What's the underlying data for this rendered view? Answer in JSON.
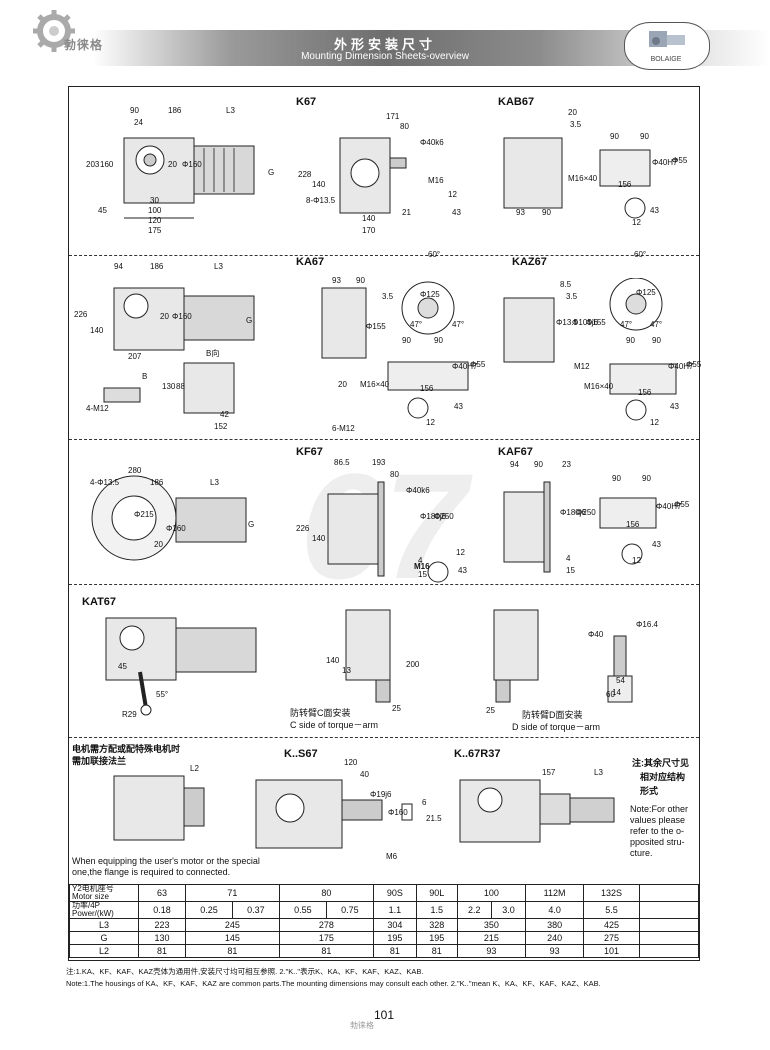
{
  "header": {
    "title_cn": "外形安装尺寸",
    "title_en": "Mounting Dimension Sheets-overview",
    "logo_text": "勃徕格",
    "brand": "BOLAIGE"
  },
  "sections": {
    "k67": "K67",
    "kab67": "KAB67",
    "ka67": "KA67",
    "kaz67": "KAZ67",
    "kf67": "KF67",
    "kaf67": "KAF67",
    "kat67": "KAT67",
    "ks67": "K..S67",
    "k67r37": "K..67R37"
  },
  "watermark": "67",
  "dims": {
    "k67": [
      "90",
      "186",
      "L3",
      "24",
      "203",
      "160",
      "20",
      "Φ160",
      "G",
      "45",
      "30",
      "100",
      "120",
      "175"
    ],
    "k67_side": [
      "171",
      "80",
      "Φ40k6",
      "228",
      "140",
      "8-Φ13.5",
      "M16",
      "140",
      "21",
      "170",
      "12",
      "43"
    ],
    "kab67": [
      "20",
      "3.5",
      "90",
      "90",
      "Φ55",
      "Φ40H7",
      "M16×40",
      "156",
      "93",
      "90",
      "12",
      "43"
    ],
    "ka67": [
      "94",
      "186",
      "L3",
      "226",
      "140",
      "20",
      "Φ160",
      "G",
      "207",
      "B向",
      "B",
      "130",
      "88",
      "42",
      "152",
      "4-M12"
    ],
    "ka67_side": [
      "60°",
      "93",
      "90",
      "3.5",
      "Φ125",
      "Φ155",
      "47°",
      "47°",
      "90",
      "90",
      "20",
      "M16×40",
      "156",
      "Φ55",
      "Φ40H7",
      "12",
      "43",
      "6-M12"
    ],
    "kaz67": [
      "60°",
      "8.5",
      "3.5",
      "Φ125",
      "Φ13.5",
      "Φ105j6",
      "Φ155",
      "47°",
      "47°",
      "90",
      "90",
      "M12",
      "Φ55",
      "Φ40H7",
      "M16×40",
      "156",
      "12",
      "43"
    ],
    "kf67": [
      "280",
      "4-Φ13.5",
      "186",
      "L3",
      "Φ215",
      "Φ160",
      "G",
      "20",
      "86.5",
      "193",
      "80",
      "Φ40k6",
      "226",
      "140",
      "Φ180j6",
      "Φ250",
      "4",
      "15",
      "M16",
      "12",
      "43"
    ],
    "kaf67": [
      "94",
      "90",
      "23",
      "90",
      "90",
      "Φ180j6",
      "Φ250",
      "Φ55",
      "Φ40H7",
      "156",
      "4",
      "15",
      "12",
      "43"
    ],
    "kat67": [
      "45",
      "R29",
      "55°",
      "140",
      "13",
      "200",
      "25",
      "25",
      "Φ40",
      "Φ16.4",
      "54",
      "14",
      "60"
    ],
    "ks67": [
      "120",
      "40",
      "Φ19j6",
      "Φ160",
      "6",
      "21.5",
      "M6"
    ],
    "k67r37": [
      "157",
      "L3"
    ]
  },
  "torque_arm": {
    "c_cn": "防转臂C面安装",
    "c_en": "C side of torque－arm",
    "d_cn": "防转臂D面安装",
    "d_en": "D side of torque－arm"
  },
  "motor_note": {
    "cn_line1": "电机需方配或配特殊电机时",
    "cn_line2": "需加联接法兰",
    "en_line1": "When equipping the user's motor or the special",
    "en_line2": "one,the flange is required to connected.",
    "l2": "L2"
  },
  "side_note": {
    "cn1": "注:其余尺寸见",
    "cn2": "相对应结构",
    "cn3": "形式",
    "en1": "Note:For other",
    "en2": "values please",
    "en3": "refer to the o-",
    "en4": "pposited stru-",
    "en5": "cture."
  },
  "table": {
    "row_motor_label_cn": "Y2电机座号",
    "row_motor_label_en": "Motor size",
    "motor_sizes": [
      "63",
      "71",
      "80",
      "90S",
      "90L",
      "100",
      "112M",
      "132S"
    ],
    "row_power_label_cn": "功率/4P",
    "row_power_label_en": "Power/(kW)",
    "power": [
      "0.18",
      "0.25",
      "0.37",
      "0.55",
      "0.75",
      "1.1",
      "1.5",
      "2.2",
      "3.0",
      "4.0",
      "5.5"
    ],
    "rows": [
      {
        "label": "L3",
        "values": [
          "223",
          "245",
          "278",
          "304",
          "328",
          "350",
          "380",
          "425"
        ]
      },
      {
        "label": "G",
        "values": [
          "130",
          "145",
          "175",
          "195",
          "195",
          "215",
          "240",
          "275"
        ]
      },
      {
        "label": "L2",
        "values": [
          "81",
          "81",
          "81",
          "81",
          "81",
          "93",
          "93",
          "101"
        ]
      }
    ]
  },
  "notes": {
    "cn": "注:1.KA、KF、KAF、KAZ壳体为通用件,安装尺寸均可相互参照.  2.\"K..\"表示K、KA、KF、KAF、KAZ、KAB.",
    "en": "Note:1.The housings of KA、KF、KAF、KAZ are common parts.The mounting dimensions may consult each other.  2.\"K..\"mean K、KA、KF、KAF、KAZ、KAB."
  },
  "page_number": "101"
}
